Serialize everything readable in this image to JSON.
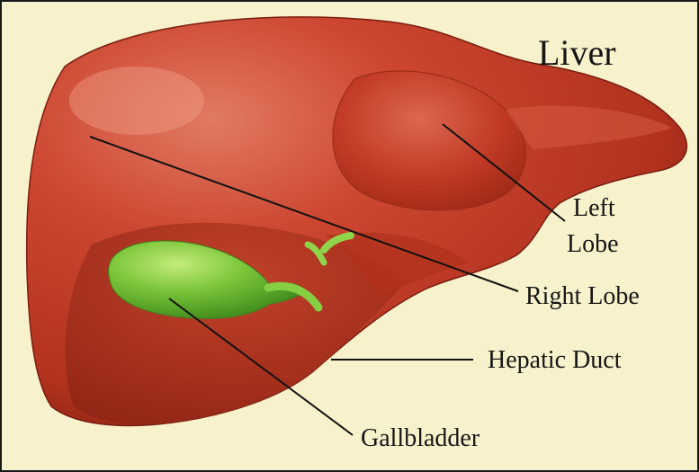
{
  "title": "Liver",
  "labels": {
    "left_lobe_line1": "Left",
    "left_lobe_line2": "Lobe",
    "right_lobe": "Right Lobe",
    "hepatic_duct": "Hepatic Duct",
    "gallbladder": "Gallbladder"
  },
  "colors": {
    "background": "#f7f1cc",
    "liver": "#c23a25",
    "liver_dark": "#8f2414",
    "liver_light": "#e0705a",
    "gallbladder": "#73c235",
    "duct": "#8fd44a",
    "leader_line": "#111111",
    "border": "#1a1a1a"
  }
}
